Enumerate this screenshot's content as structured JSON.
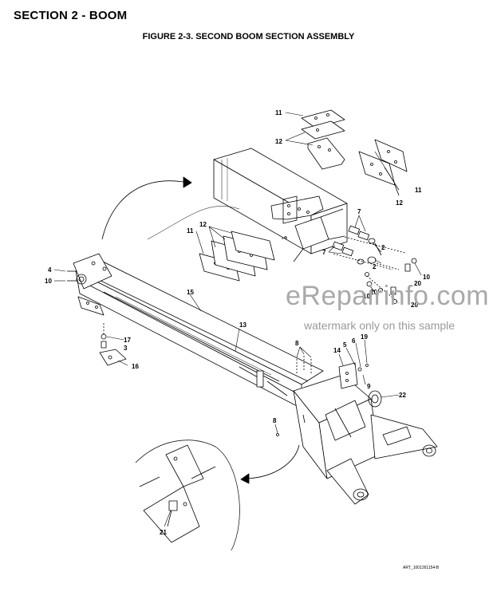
{
  "header": {
    "section": "SECTION 2 - BOOM",
    "figure": "FIGURE 2-3. SECOND BOOM SECTION ASSEMBLY"
  },
  "callouts": {
    "c11a": "11",
    "c12a": "12",
    "c11b": "11",
    "c12b": "12",
    "c12c": "12",
    "c11c": "11",
    "c7a": "7",
    "c7b": "7",
    "c2a": "2",
    "c2b": "2",
    "c10a": "10",
    "c20a": "20",
    "c10b": "10",
    "c20b": "20",
    "c20c": "20",
    "c4": "4",
    "c10c": "10",
    "c15": "15",
    "c13": "13",
    "c17": "17",
    "c3": "3",
    "c16": "16",
    "c8a": "8",
    "c14": "14",
    "c5": "5",
    "c6": "6",
    "c19": "19",
    "c9": "9",
    "c22": "22",
    "c8b": "8",
    "c21": "21"
  },
  "watermark": {
    "brand": "eRepairinfo.com",
    "note": "watermark only on this sample"
  },
  "art_reference": "ART_1001261154-B"
}
